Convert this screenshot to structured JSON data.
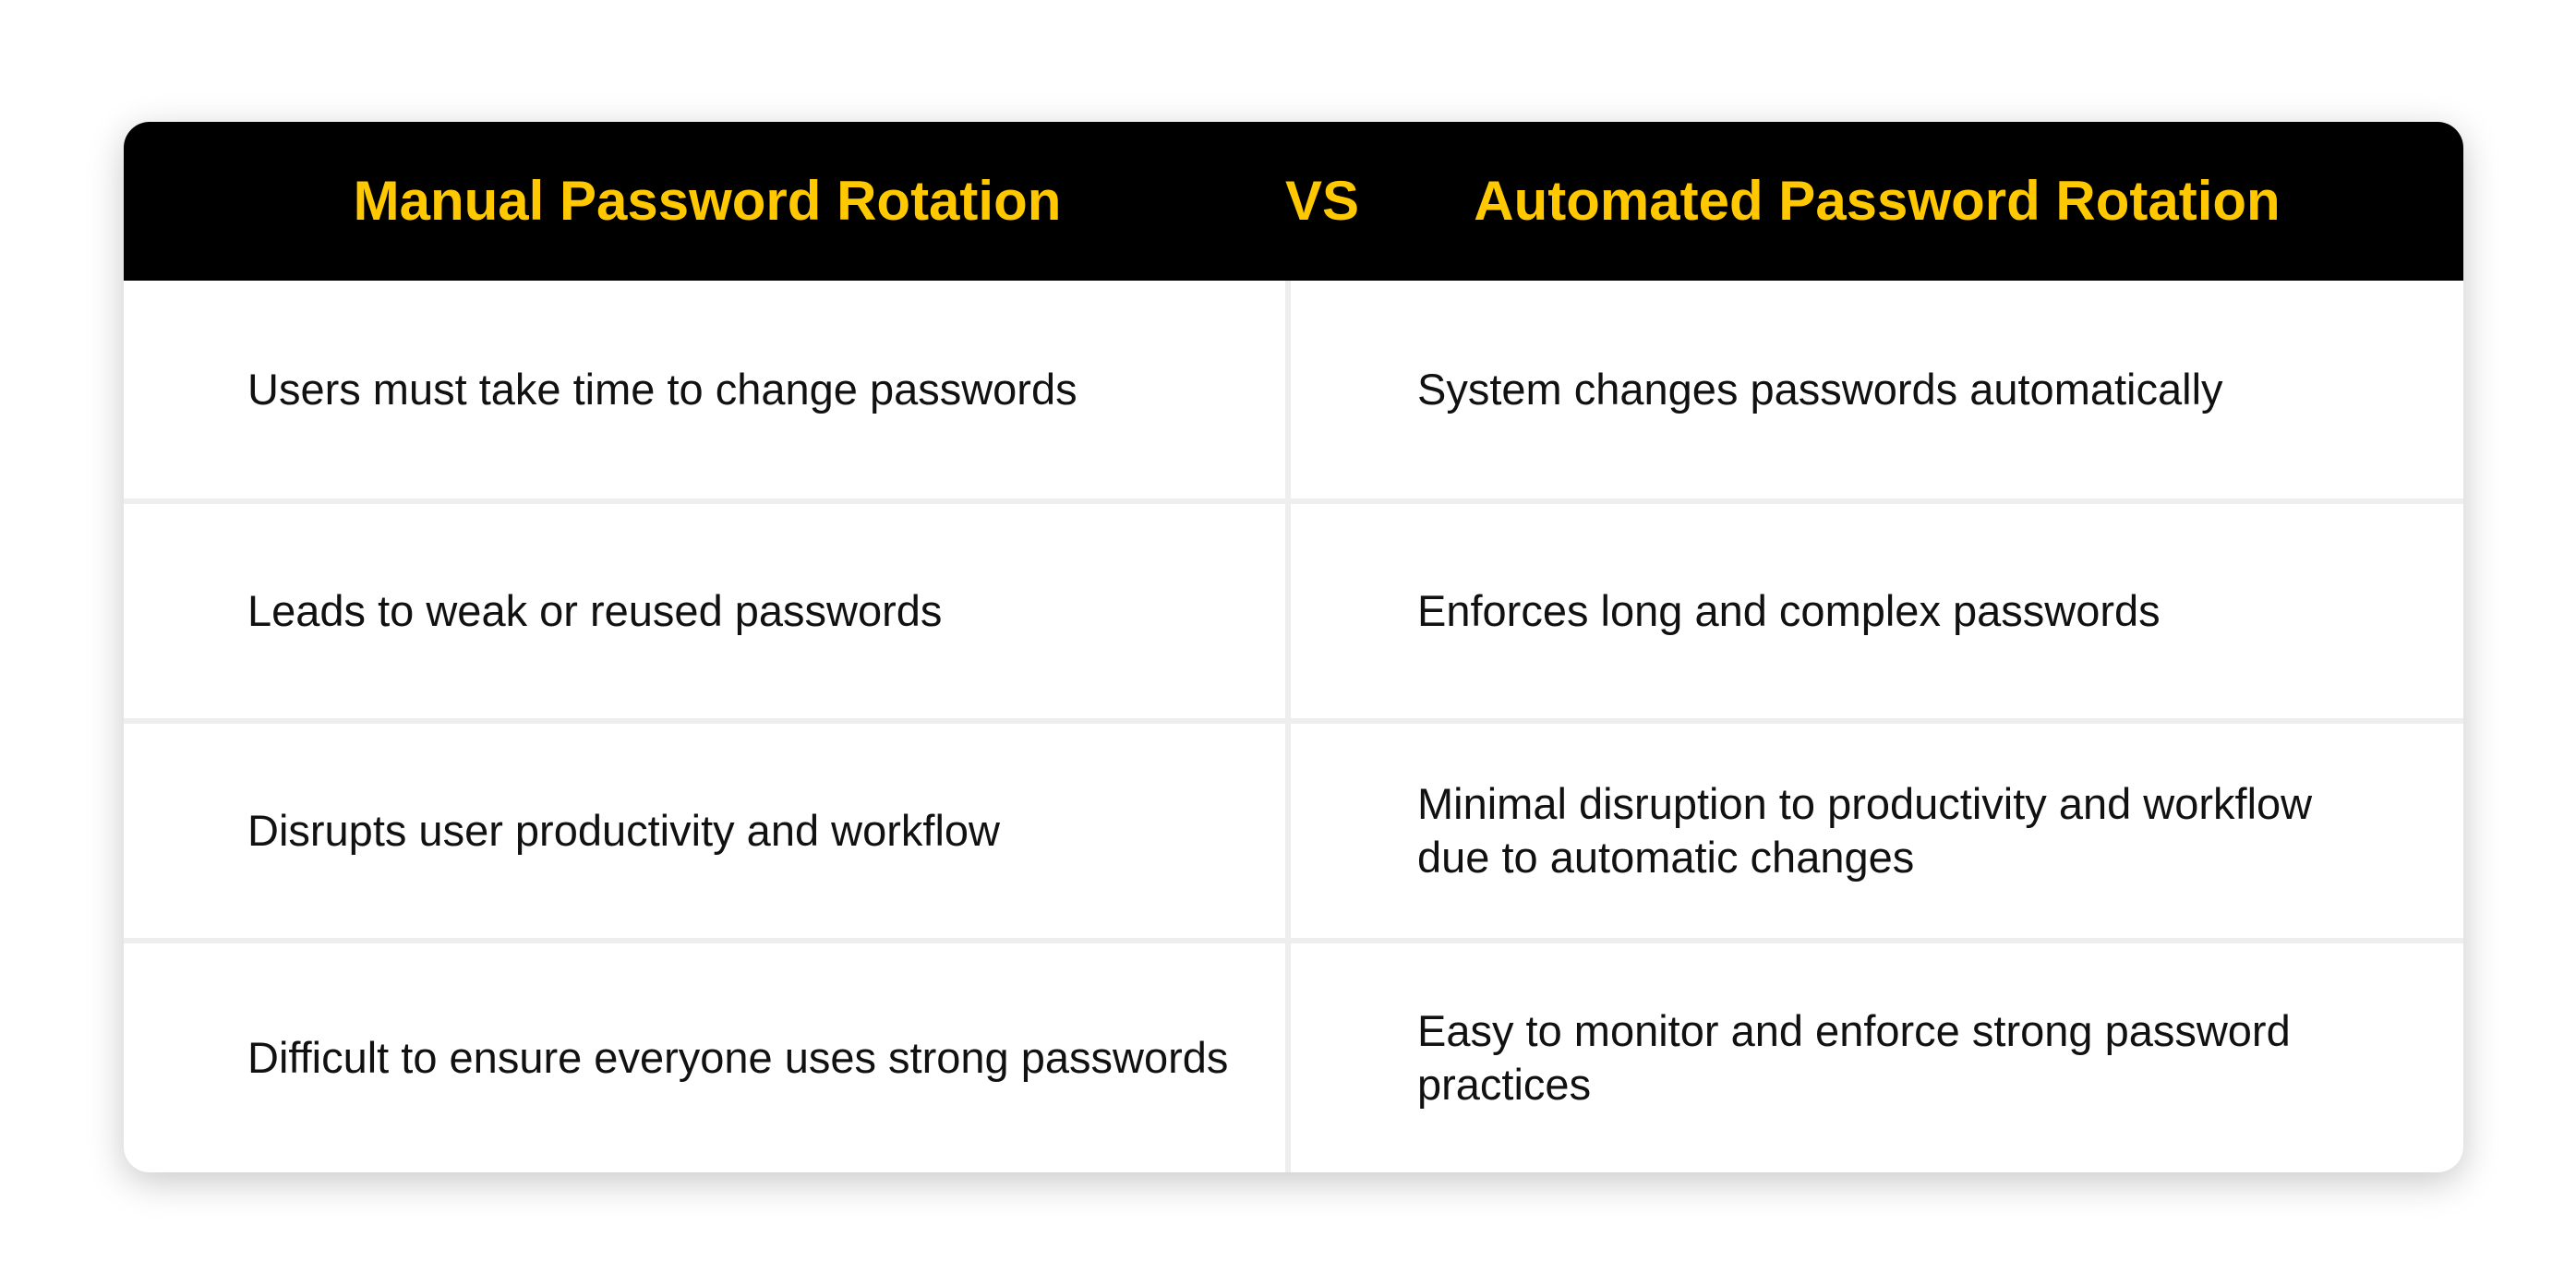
{
  "header": {
    "left": "Manual Password Rotation",
    "vs": "VS",
    "right": "Automated Password Rotation"
  },
  "rows": [
    {
      "manual": "Users must take time to change passwords",
      "automated": "System changes passwords automatically"
    },
    {
      "manual": "Leads to weak or reused passwords",
      "automated": "Enforces long and complex passwords"
    },
    {
      "manual": "Disrupts user productivity and workflow",
      "automated": "Minimal disruption to productivity and workflow due to automatic changes"
    },
    {
      "manual": "Difficult to ensure everyone uses strong passwords",
      "automated": "Easy to monitor and enforce strong password practices"
    }
  ],
  "colors": {
    "accent": "#FFC800",
    "header_bg": "#000000",
    "divider": "#EEEEEE"
  }
}
